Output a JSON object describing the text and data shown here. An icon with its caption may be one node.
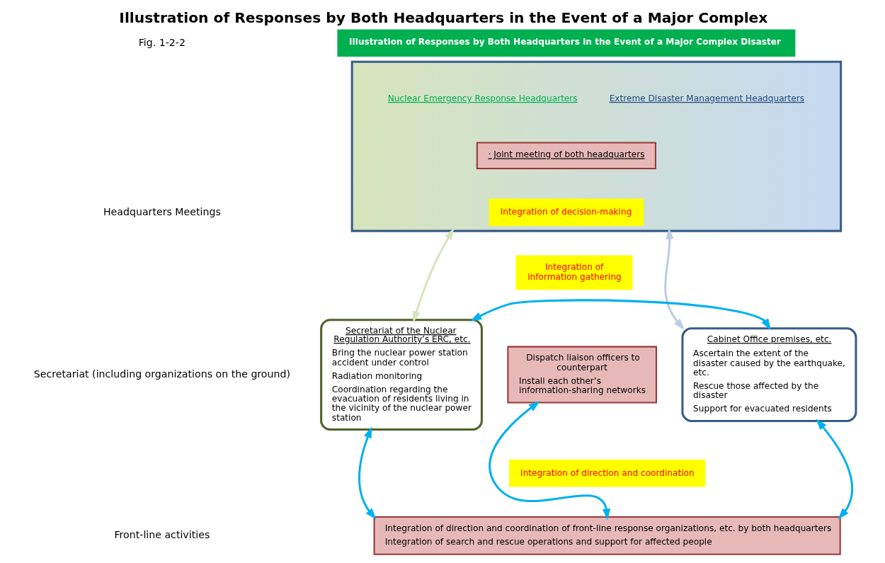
{
  "diagram": {
    "title": "Illustration of Responses by Both Headquarters in the Event of a Major Complex",
    "nodes": [
      {
        "text": [
          "Illustration of Responses by Both Headquarters in the Event of a Major Complex Disaster"
        ]
      },
      {
        "text": [
          "Nuclear Emergency Response Headquarters",
          "Extreme Disaster Management Headquarters"
        ]
      },
      {
        "text": [
          "· Joint meeting of both headquarters"
        ],
        "in": 1
      },
      {
        "text": [
          "Integration of decision-making"
        ],
        "in": 1
      },
      {
        "text": [
          "Secretariat of the Nuclear Regulation Authority’s ERC, etc.",
          "Bring the nuclear power station accident under control",
          "Radiation monitoring",
          "Coordination regarding the evacuation of residents living in the vicinity of the nuclear power station"
        ]
      },
      {
        "text": [
          "Integration of information gathering"
        ]
      },
      {
        "text": [
          "Dispatch liaison officers to counterpart",
          "Install each other’s information-sharing networks"
        ]
      },
      {
        "text": [
          "Cabinet Office premises, etc.",
          "Ascertain the extent of the disaster caused by the earthquake, etc.",
          "Rescue those affected by the disaster",
          "Support for evacuated residents"
        ]
      },
      {
        "text": [
          "Integration of direction and coordination"
        ]
      },
      {
        "text": [
          "Integration of direction and coordination of front-line response organizations, etc. by both headquarters",
          "Integration of search and rescue operations and support for affected people"
        ]
      }
    ],
    "edges": [
      {
        "from": 1,
        "to": 4,
        "arrow": "both",
        "color": "#d7e4bc"
      },
      {
        "from": 1,
        "to": 7,
        "arrow": "both",
        "color": "#b9cde5"
      },
      {
        "from": 4,
        "to": 7,
        "arrow": "both"
      },
      {
        "from": 4,
        "to": 9,
        "arrow": "both"
      },
      {
        "from": 6,
        "to": 9,
        "arrow": "both"
      },
      {
        "from": 7,
        "to": 9,
        "arrow": "both"
      }
    ],
    "labels": [
      "Fig. 1-2-2",
      "Headquarters Meetings",
      "Secretariat (including organizations on the ground)",
      "Front-line activities"
    ]
  }
}
